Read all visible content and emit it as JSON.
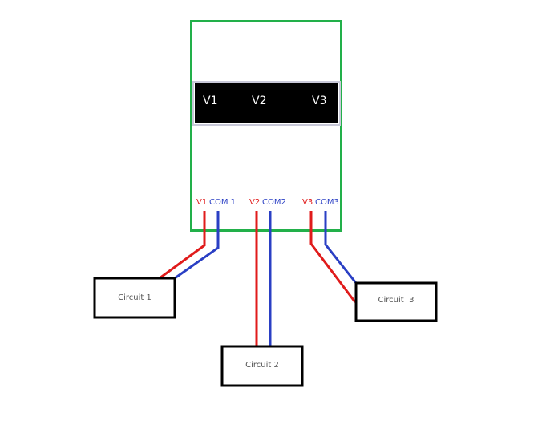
{
  "device": {
    "display": {
      "labels": [
        "V1",
        "V2",
        "V3"
      ]
    },
    "terminals": [
      {
        "v": "V1",
        "com": "COM 1"
      },
      {
        "v": "V2",
        "com": "COM2"
      },
      {
        "v": "V3",
        "com": "COM3"
      }
    ]
  },
  "circuits": [
    {
      "label": "Circuit 1"
    },
    {
      "label": "Circuit 2"
    },
    {
      "label": "Circuit  3"
    }
  ],
  "colors": {
    "device_border": "#22b04a",
    "display_bg": "#000000",
    "display_text": "#ffffff",
    "positive_wire": "#e01b1b",
    "common_wire": "#2a3fc4",
    "box_border": "#000000",
    "box_text": "#555555"
  }
}
